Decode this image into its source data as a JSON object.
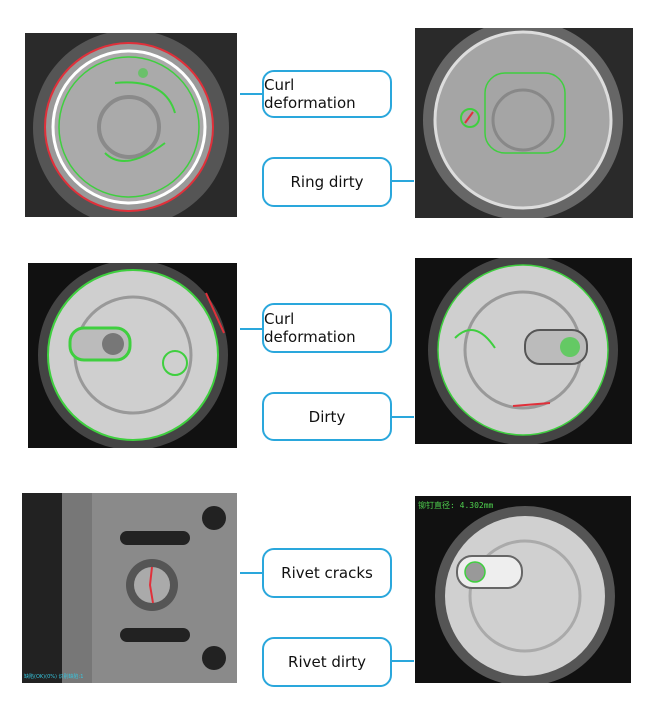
{
  "rows": [
    {
      "top_label": "Curl deformation",
      "bottom_label": "Ring dirty"
    },
    {
      "top_label": "Curl deformation",
      "bottom_label": "Dirty"
    },
    {
      "top_label": "Rivet cracks",
      "bottom_label": "Rivet dirty"
    }
  ],
  "overlays": {
    "rivet_diameter": "铆钉直径: 4.302mm",
    "status_text": "缺陷(OK)(0%) 识别缺陷:1"
  },
  "colors": {
    "accent": "#2aa7dc",
    "defect_green": "#3fcf3f",
    "defect_red": "#e0303a"
  }
}
